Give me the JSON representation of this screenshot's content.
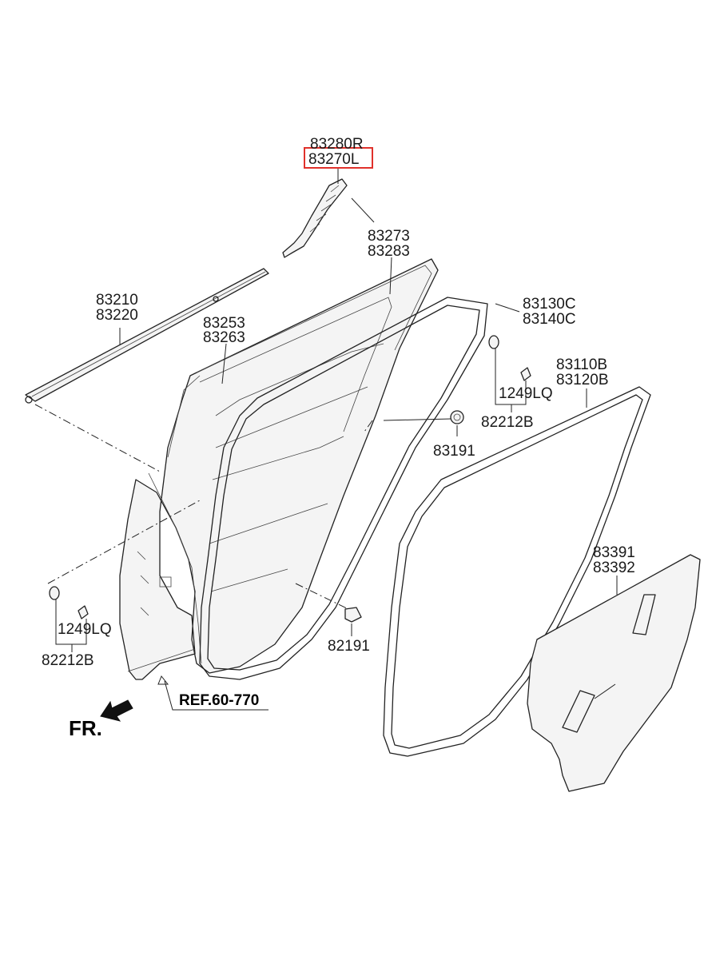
{
  "labels": {
    "p83280R": "83280R",
    "p83270L": "83270L",
    "p83273": "83273",
    "p83283": "83283",
    "p83210": "83210",
    "p83220": "83220",
    "p83253": "83253",
    "p83263": "83263",
    "p83130C": "83130C",
    "p83140C": "83140C",
    "p83110B": "83110B",
    "p83120B": "83120B",
    "p1249LQ_right": "1249LQ",
    "p82212B_right": "82212B",
    "p83191": "83191",
    "p83391": "83391",
    "p83392": "83392",
    "p1249LQ_left": "1249LQ",
    "p82212B_left": "82212B",
    "p82191": "82191",
    "ref": "REF.60-770",
    "fr": "FR."
  },
  "highlighted_part": "83270L",
  "colors": {
    "highlight": "#e0312b",
    "line": "#222222",
    "text": "#1a1a1a",
    "background": "#ffffff"
  }
}
